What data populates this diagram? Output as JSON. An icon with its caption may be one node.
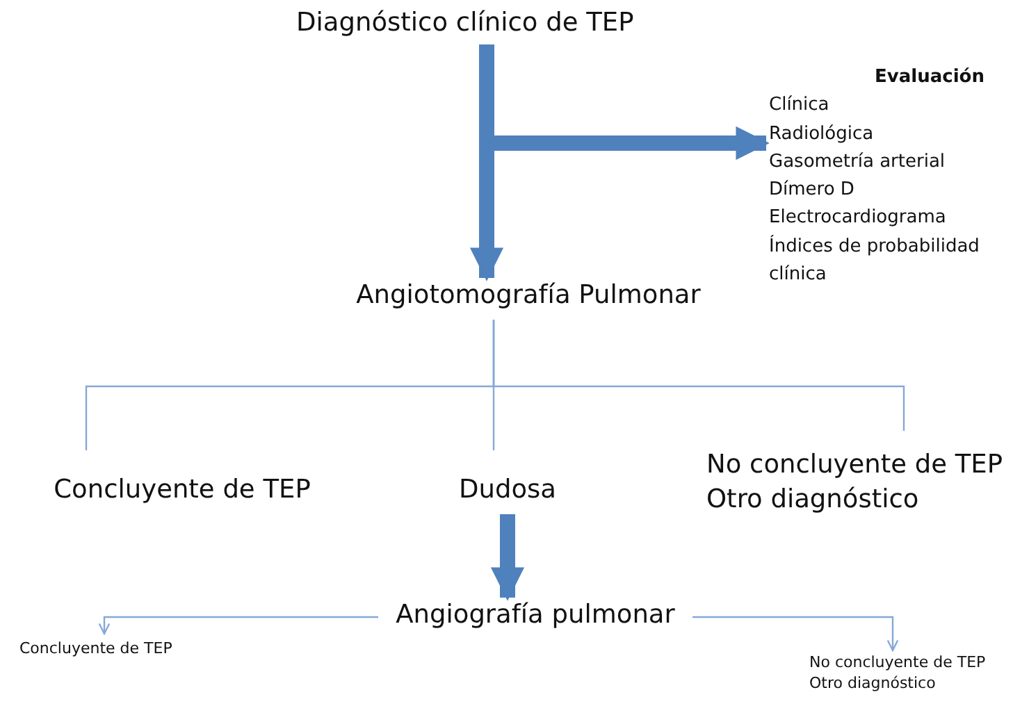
{
  "diagram": {
    "nodes": [
      {
        "text": [
          "Diagnóstico clínico de TEP"
        ]
      },
      {
        "text": [
          "Evaluación",
          "Clínica",
          "Radiológica",
          "Gasometría arterial",
          "Dímero D",
          "Electrocardiograma",
          "Índices de probabilidad clínica"
        ]
      },
      {
        "text": [
          "Angiotomografía Pulmonar"
        ]
      },
      {
        "text": [
          "Concluyente de TEP"
        ]
      },
      {
        "text": [
          "Dudosa"
        ]
      },
      {
        "text": [
          "No concluyente de TEP",
          "Otro diagnóstico"
        ]
      },
      {
        "text": [
          "Angiografía pulmonar"
        ]
      },
      {
        "text": [
          "Concluyente de TEP"
        ]
      },
      {
        "text": [
          "No concluyente de TEP",
          "Otro diagnóstico"
        ]
      }
    ],
    "edges": [
      {
        "from": 0,
        "to": 2,
        "arrow": "to",
        "style": "thick",
        "color": "#4f81bd"
      },
      {
        "from": 0,
        "to": 1,
        "arrow": "to",
        "style": "thick",
        "color": "#4f81bd"
      },
      {
        "from": 2,
        "to": 3,
        "arrow": "none"
      },
      {
        "from": 2,
        "to": 4,
        "arrow": "none"
      },
      {
        "from": 2,
        "to": 5,
        "arrow": "none"
      },
      {
        "from": 4,
        "to": 6,
        "arrow": "to",
        "style": "thick",
        "color": "#4f81bd"
      },
      {
        "from": 6,
        "to": 7,
        "arrow": "to"
      },
      {
        "from": 6,
        "to": 8,
        "arrow": "to"
      }
    ]
  }
}
